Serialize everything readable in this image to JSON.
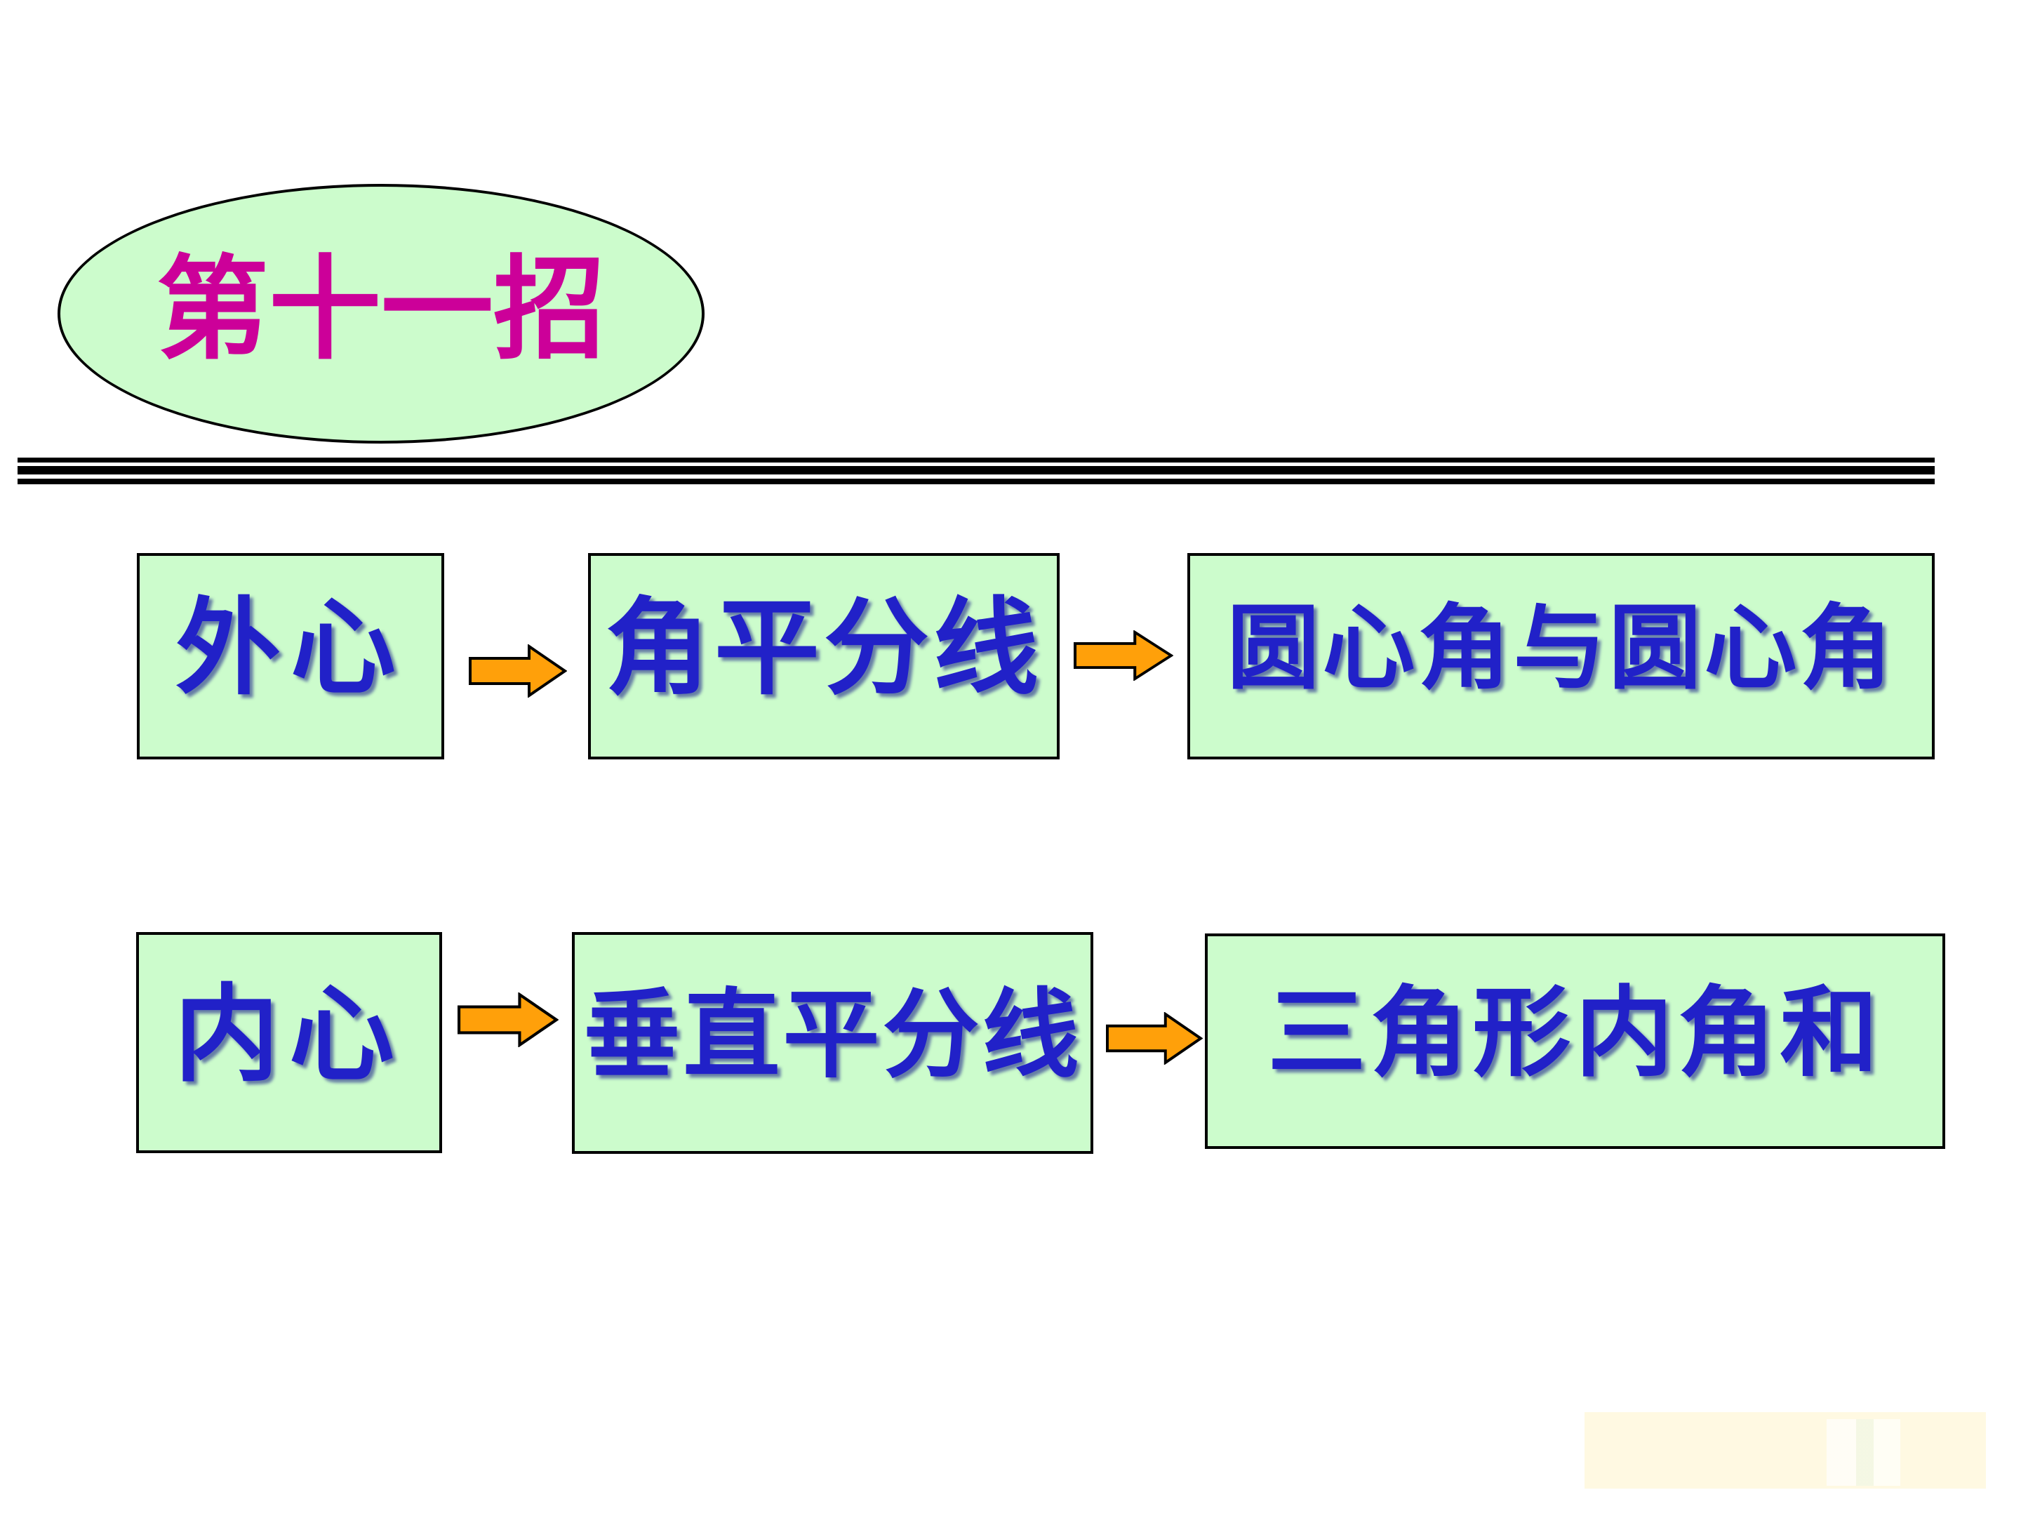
{
  "slide_title": "第十一招",
  "colors": {
    "page_bg": "#FFFFFF",
    "shape_fill": "#CCFCCC",
    "shape_border": "#000000",
    "title_text": "#CC0099",
    "box_text": "#2121C8",
    "arrow_fill": "#FFA00A",
    "watermark_fill": "#FFF9E2"
  },
  "flow_rows": [
    {
      "steps": [
        {
          "label": "外心"
        },
        {
          "label": "角平分线"
        },
        {
          "label": "圆心角与圆心角"
        }
      ]
    },
    {
      "steps": [
        {
          "label": "内心"
        },
        {
          "label": "垂直平分线"
        },
        {
          "label": "三角形内角和"
        }
      ]
    }
  ]
}
